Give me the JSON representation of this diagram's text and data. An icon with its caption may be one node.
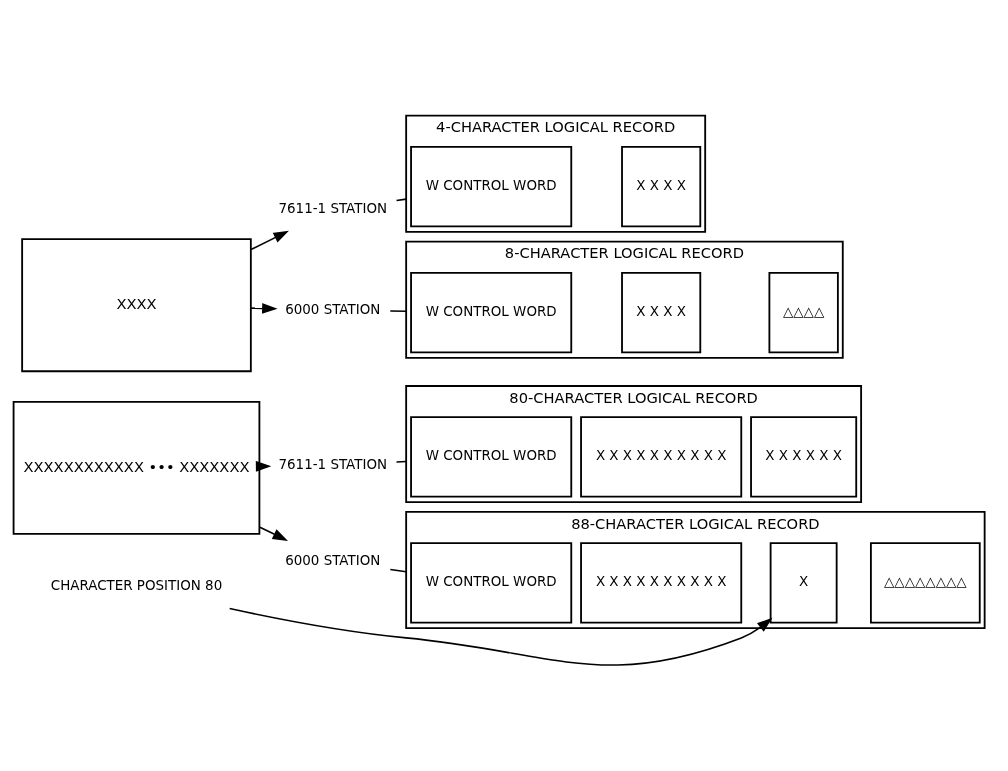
{
  "diagram": {
    "nodes": [
      {
        "text": [
          "XXXX"
        ]
      },
      {
        "text": [
          "7611-1 STATION"
        ]
      },
      {
        "text": [
          "6000 STATION"
        ]
      },
      {
        "text": [
          "4-CHARACTER LOGICAL RECORD"
        ]
      },
      {
        "text": [
          "W CONTROL WORD"
        ],
        "in": 3
      },
      {
        "text": [
          "X X X X"
        ],
        "in": 3
      },
      {
        "text": [
          "8-CHARACTER LOGICAL RECORD"
        ]
      },
      {
        "text": [
          "W CONTROL WORD"
        ],
        "in": 6
      },
      {
        "text": [
          "X X X X"
        ],
        "in": 6
      },
      {
        "text": [
          "△△△△"
        ],
        "in": 6
      },
      {
        "text": [
          "XXXXXXXXXXXX ••• XXXXXXX"
        ]
      },
      {
        "text": [
          "7611-1 STATION"
        ]
      },
      {
        "text": [
          "6000 STATION"
        ]
      },
      {
        "text": [
          "80-CHARACTER LOGICAL RECORD"
        ]
      },
      {
        "text": [
          "W CONTROL WORD"
        ],
        "in": 13
      },
      {
        "text": [
          "X X X X X X X X X X"
        ],
        "in": 13
      },
      {
        "text": [
          "X X X X X X"
        ],
        "in": 13
      },
      {
        "text": [
          "88-CHARACTER LOGICAL RECORD"
        ]
      },
      {
        "text": [
          "W CONTROL WORD"
        ],
        "in": 17
      },
      {
        "text": [
          "X X X X X X X X X X"
        ],
        "in": 17
      },
      {
        "text": [
          "X"
        ],
        "in": 17
      },
      {
        "text": [
          "△△△△△△△△"
        ],
        "in": 17
      },
      {
        "text": [
          "CHARACTER POSITION 80"
        ]
      }
    ],
    "edges": [
      {
        "from": 0,
        "to": 1,
        "arrow": "to"
      },
      {
        "from": 0,
        "to": 2,
        "arrow": "to"
      },
      {
        "from": 1,
        "to": 3,
        "arrow": "none"
      },
      {
        "from": 2,
        "to": 6,
        "arrow": "none"
      },
      {
        "from": 10,
        "to": 11,
        "arrow": "to"
      },
      {
        "from": 10,
        "to": 12,
        "arrow": "to"
      },
      {
        "from": 11,
        "to": 13,
        "arrow": "none"
      },
      {
        "from": 12,
        "to": 17,
        "arrow": "none"
      },
      {
        "from": 22,
        "to": 20,
        "arrow": "to"
      }
    ]
  }
}
